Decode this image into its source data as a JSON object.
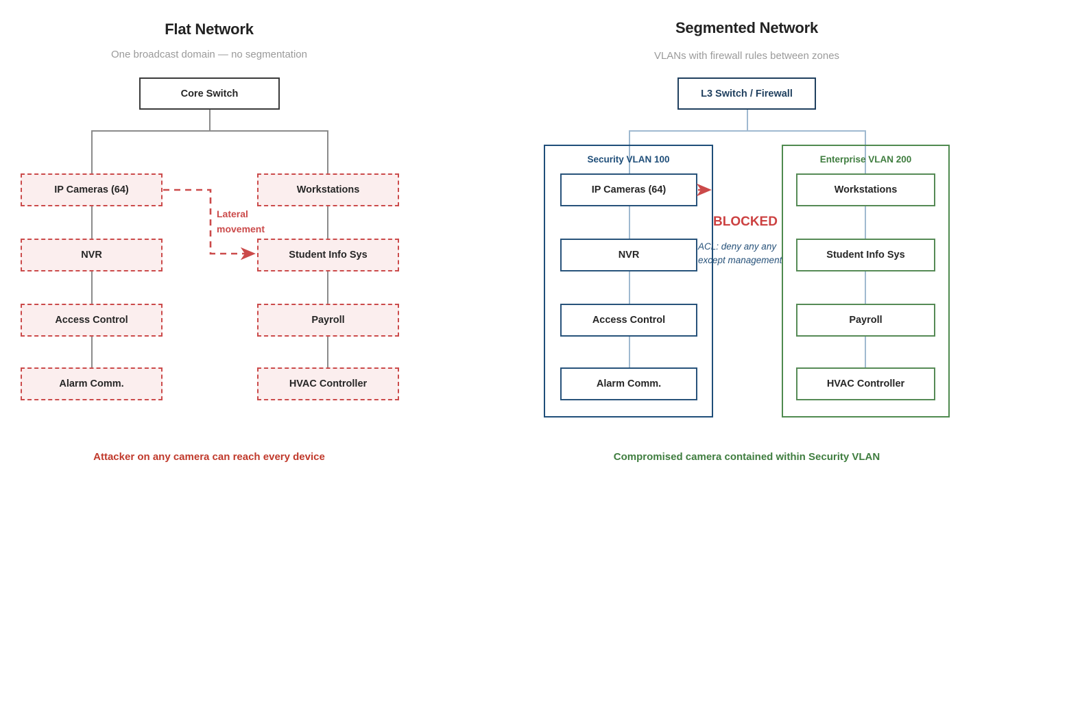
{
  "diagram": {
    "type": "network-segmentation-comparison",
    "panels": [
      {
        "id": "flat",
        "title": "Flat Network",
        "subtitle": "One broadcast domain — no segmentation",
        "caption": "Attacker on any camera can reach every device",
        "caption_color": "#c0392b",
        "root": "Core Switch",
        "left_column": [
          "IP Cameras (64)",
          "NVR",
          "Access Control",
          "Alarm Comm."
        ],
        "right_column": [
          "Workstations",
          "Student Info Sys",
          "Payroll",
          "HVAC Controller"
        ],
        "annotation": {
          "lateral_line1": "Lateral",
          "lateral_line2": "movement",
          "color": "#cb4a4a"
        },
        "node_style": {
          "border_color": "#cb4a4a",
          "fill_color": "#fbeeee",
          "border_style": "dashed"
        }
      },
      {
        "id": "segmented",
        "title": "Segmented Network",
        "subtitle": "VLANs with firewall rules between zones",
        "caption": "Compromised camera contained within Security VLAN",
        "caption_color": "#3f7d3f",
        "root": "L3 Switch / Firewall",
        "vlans": [
          {
            "label": "Security VLAN 100",
            "color": "#1f4e79",
            "nodes": [
              "IP Cameras (64)",
              "NVR",
              "Access Control",
              "Alarm Comm."
            ]
          },
          {
            "label": "Enterprise VLAN 200",
            "color": "#4f8a4f",
            "nodes": [
              "Workstations",
              "Student Info Sys",
              "Payroll",
              "HVAC Controller"
            ]
          }
        ],
        "annotation": {
          "blocked": "BLOCKED",
          "blocked_color": "#cc4141",
          "acl_line1": "ACL: deny any any",
          "acl_line2": "except management",
          "acl_color": "#27527a"
        }
      }
    ]
  }
}
